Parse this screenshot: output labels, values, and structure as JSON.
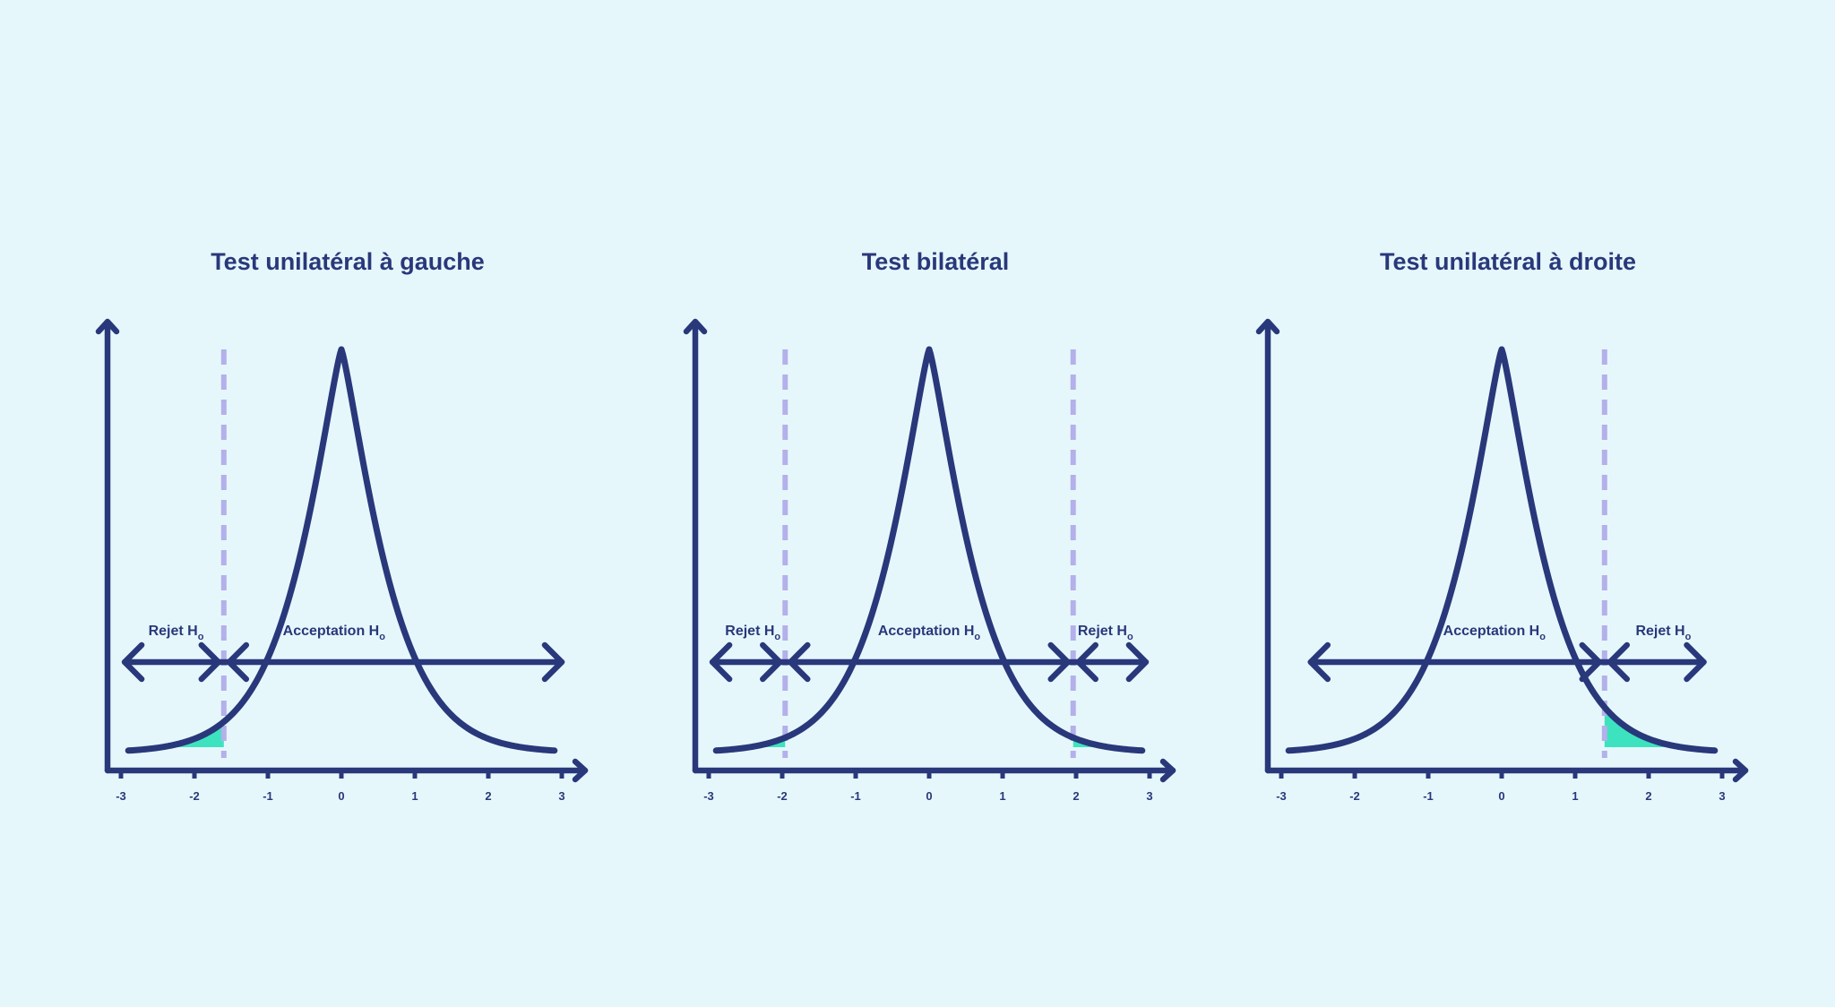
{
  "colors": {
    "background": "#e6f7fc",
    "ink": "#29387a",
    "threshold": "#b4b0ea",
    "rejection_fill": "#3de3bf"
  },
  "panels": [
    {
      "id": "left",
      "title": "Test unilatéral à gauche",
      "ticks": [
        "-3",
        "-2",
        "-1",
        "0",
        "1",
        "2",
        "3"
      ],
      "thresholds": [
        -1.6
      ],
      "shaded_tails": [
        "left"
      ],
      "zones": [
        {
          "name": "Rejet",
          "subscript": "o",
          "at": -2.25,
          "arrows": "both"
        },
        {
          "name": "Acceptation",
          "subscript": "o",
          "at": -0.1,
          "arrows": "both"
        }
      ],
      "zone_extent": [
        -2.95,
        3
      ]
    },
    {
      "id": "both",
      "title": "Test bilatéral",
      "ticks": [
        "-3",
        "-2",
        "-1",
        "0",
        "1",
        "2",
        "3"
      ],
      "thresholds": [
        -1.96,
        1.96
      ],
      "shaded_tails": [
        "left",
        "right"
      ],
      "zones": [
        {
          "name": "Rejet",
          "subscript": "o",
          "at": -2.4,
          "arrows": "both"
        },
        {
          "name": "Acceptation",
          "subscript": "o",
          "at": 0,
          "arrows": "both"
        },
        {
          "name": "Rejet",
          "subscript": "o",
          "at": 2.4,
          "arrows": "both"
        }
      ],
      "zone_extent": [
        -2.95,
        2.95
      ]
    },
    {
      "id": "right",
      "title": "Test unilatéral à droite",
      "ticks": [
        "-3",
        "-2",
        "-1",
        "0",
        "1",
        "2",
        "3"
      ],
      "thresholds": [
        1.4
      ],
      "shaded_tails": [
        "right"
      ],
      "zones": [
        {
          "name": "Acceptation",
          "subscript": "o",
          "at": -0.1,
          "arrows": "both"
        },
        {
          "name": "Rejet",
          "subscript": "o",
          "at": 2.2,
          "arrows": "both"
        }
      ],
      "zone_extent": [
        -2.6,
        2.75
      ]
    }
  ]
}
